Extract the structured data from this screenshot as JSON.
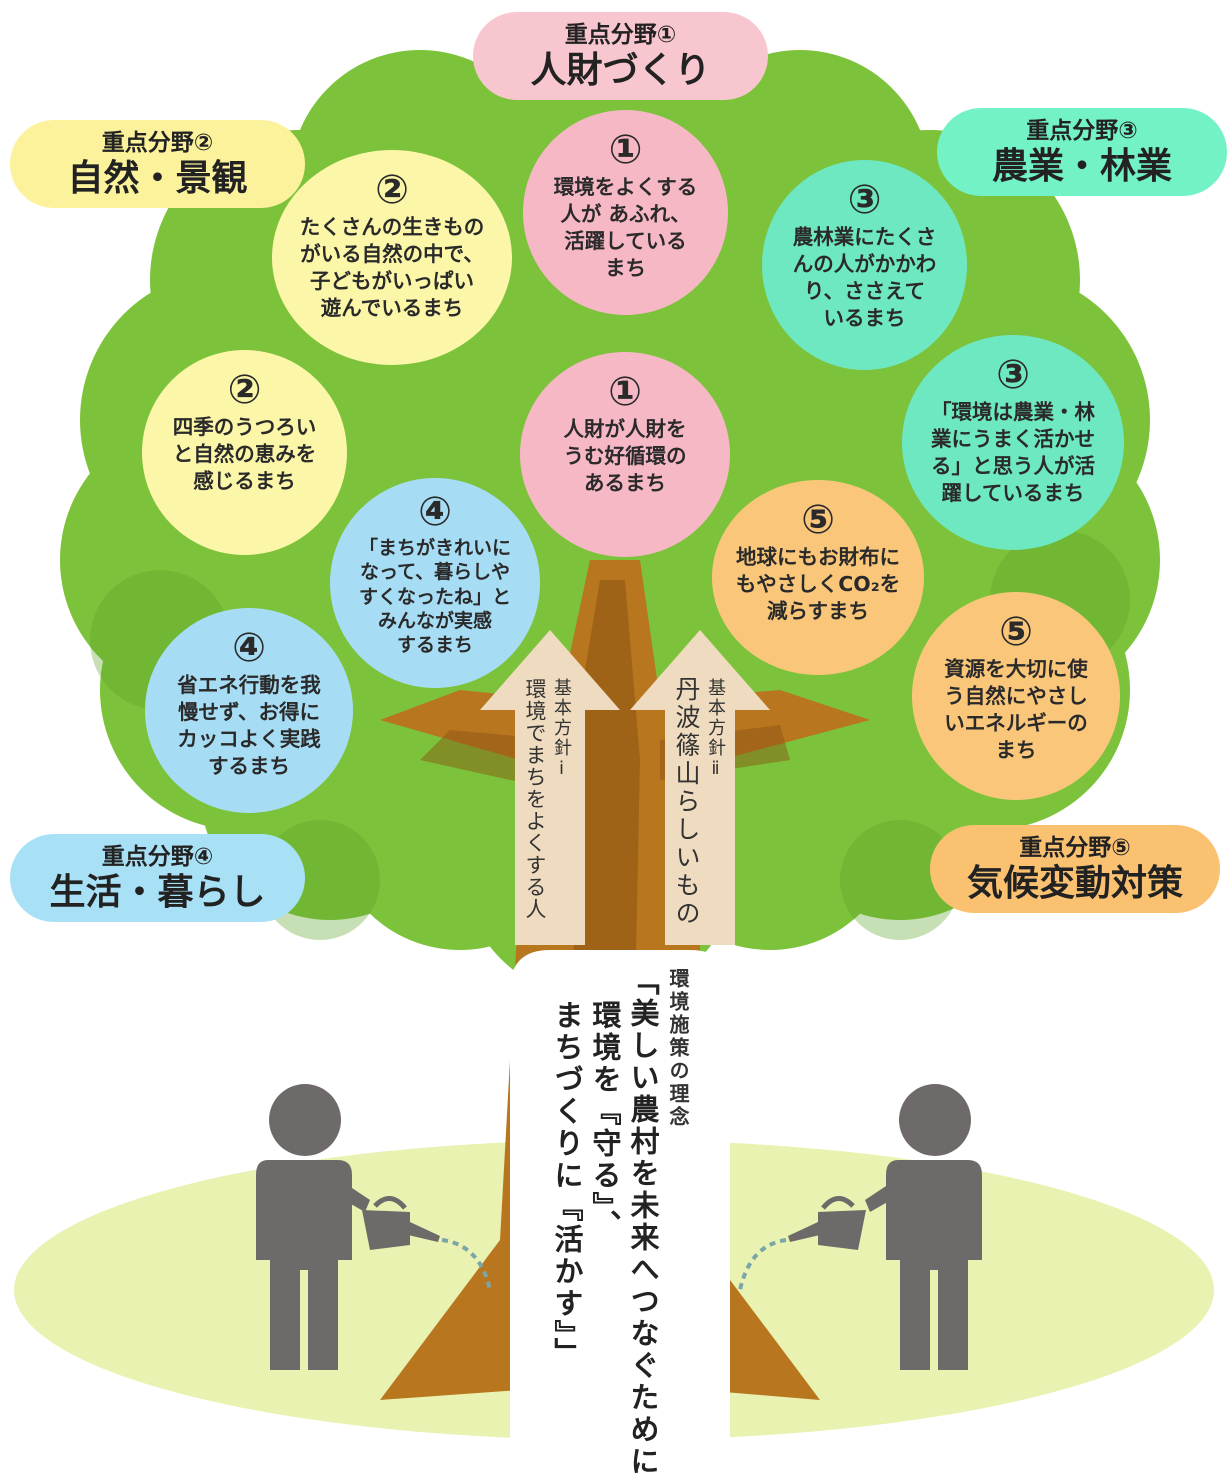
{
  "areas": {
    "a1": {
      "sub": "重点分野①",
      "main": "人財づくり",
      "color": "#f8c6cf"
    },
    "a2": {
      "sub": "重点分野②",
      "main": "自然・景観",
      "color": "#fbf29b"
    },
    "a3": {
      "sub": "重点分野③",
      "main": "農業・林業",
      "color": "#73f2c5"
    },
    "a4": {
      "sub": "重点分野④",
      "main": "生活・暮らし",
      "color": "#a8e1f6"
    },
    "a5": {
      "sub": "重点分野⑤",
      "main": "気候変動対策",
      "color": "#fac171"
    }
  },
  "goals": {
    "g1a": {
      "num": "①",
      "text": "環境をよくする\n人が あふれ、\n活躍している\nまち",
      "color": "#f7b8c6"
    },
    "g1b": {
      "num": "①",
      "text": "人財が人財を\nうむ好循環の\nあるまち",
      "color": "#f7b8c6"
    },
    "g2a": {
      "num": "②",
      "text": "たくさんの生きもの\nがいる自然の中で、\n子どもがいっぱい\n遊んでいるまち",
      "color": "#fbf6a8"
    },
    "g2b": {
      "num": "②",
      "text": "四季のうつろい\nと自然の恵みを\n感じるまち",
      "color": "#fbf6a8"
    },
    "g3a": {
      "num": "③",
      "text": "農林業にたくさ\nんの人がかかわ\nり、ささえて\nいるまち",
      "color": "#6ee8c0"
    },
    "g3b": {
      "num": "③",
      "text": "「環境は農業・林\n業にうまく活かせ\nる」と思う人が活\n躍しているまち",
      "color": "#6ee8c0"
    },
    "g4a": {
      "num": "④",
      "text": "「まちがきれいに\nなって、暮らしや\nすくなったね」と\nみんなが実感\nするまち",
      "color": "#a7ddf4"
    },
    "g4b": {
      "num": "④",
      "text": "省エネ行動を我\n慢せず、お得に\nカッコよく実践\nするまち",
      "color": "#a7ddf4"
    },
    "g5a": {
      "num": "⑤",
      "text": "地球にもお財布に\nもやさしくCO₂を\n減らすまち",
      "color": "#fac77a"
    },
    "g5b": {
      "num": "⑤",
      "text": "資源を大切に使\nう自然にやさし\nいエネルギーの\nまち",
      "color": "#fac77a"
    }
  },
  "policies": {
    "p1": {
      "sub": "基本方針ⅰ",
      "main": "環境でまちをよくする人"
    },
    "p2": {
      "sub": "基本方針ⅱ",
      "main": "丹波篠山らしいもの"
    }
  },
  "ideal": {
    "heading": "環境施策の理念",
    "line1": "「美しい農村を未来へつなぐために",
    "line2": "環境を『守る』、",
    "line3": "まちづくりに『活かす』」"
  },
  "colors": {
    "canopy": "#7cc23a",
    "canopy_dark": "#5fa32b",
    "trunk": "#b8761f",
    "trunk_dark": "#8a5312",
    "ground": "#e9f2b0",
    "person": "#6e6a6a",
    "arrow": "#efdcc0"
  }
}
